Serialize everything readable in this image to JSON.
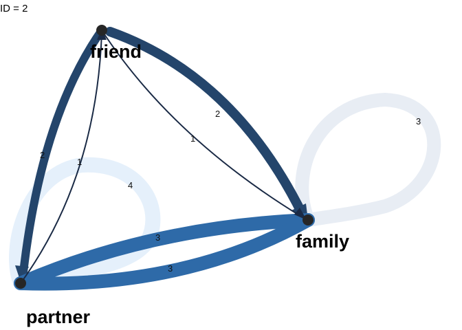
{
  "header": {
    "id_text": "ID = 2"
  },
  "nodes": [
    {
      "id": "friend",
      "label": "friend"
    },
    {
      "id": "family",
      "label": "family"
    },
    {
      "id": "partner",
      "label": "partner"
    }
  ],
  "edges": [
    {
      "from": "family",
      "to": "family",
      "weight": "3",
      "color": "#e8edf4"
    },
    {
      "from": "partner",
      "to": "partner",
      "weight": "4",
      "color": "#e5f0fb"
    },
    {
      "from": "friend",
      "to": "family",
      "weight": "2",
      "color": "#24456b"
    },
    {
      "from": "friend",
      "to": "partner",
      "weight": "2",
      "color": "#24456b"
    },
    {
      "from": "friend",
      "to": "family",
      "weight": "1",
      "color": "#1a2a45"
    },
    {
      "from": "partner",
      "to": "friend",
      "weight": "1",
      "color": "#1a2a45"
    },
    {
      "from": "partner",
      "to": "family",
      "weight": "3",
      "color": "#2e6aa8"
    },
    {
      "from": "family",
      "to": "partner",
      "weight": "3",
      "color": "#2e6aa8"
    }
  ],
  "node_color": "#262626"
}
